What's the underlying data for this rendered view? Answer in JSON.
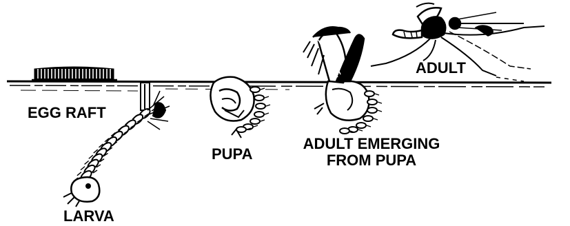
{
  "labels": {
    "egg_raft": "EGG RAFT",
    "larva": "LARVA",
    "pupa": "PUPA",
    "adult_emerging_line1": "ADULT EMERGING",
    "adult_emerging_line2": "FROM PUPA",
    "adult": "ADULT"
  },
  "colors": {
    "ink": "#000000",
    "background": "#ffffff"
  }
}
